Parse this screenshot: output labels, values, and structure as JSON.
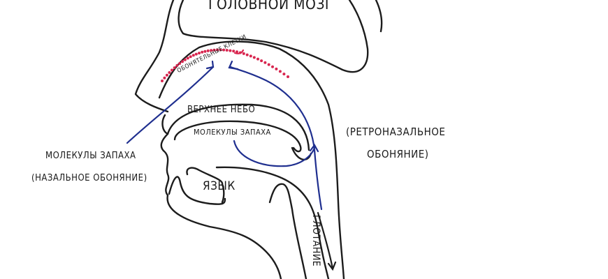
{
  "labels": {
    "brain": "ГОЛОВНОЙ МОЗГ",
    "olfactory_cells": "ОБОНЯТЕЛЬНЫЕ КЛЕТКИ",
    "upper_palate": "ВЕРХНЕЕ НЕБО",
    "odor_molecules_inner": "МОЛЕКУЛЫ ЗАПАХА",
    "odor_molecules_left": "МОЛЕКУЛЫ ЗАПАХА",
    "nasal_smell": "(НАЗАЛЬНОЕ ОБОНЯНИЕ)",
    "retronasal_line1": "(РЕТРОНАЗАЛЬНОЕ",
    "retronasal_line2": "ОБОНЯНИЕ)",
    "tongue": "ЯЗЫК",
    "swallowing": "ГЛОТАНИЕ"
  },
  "colors": {
    "outline": "#1c1c1c",
    "airflow": "#1f2f8f",
    "cells": "#d8264f"
  }
}
